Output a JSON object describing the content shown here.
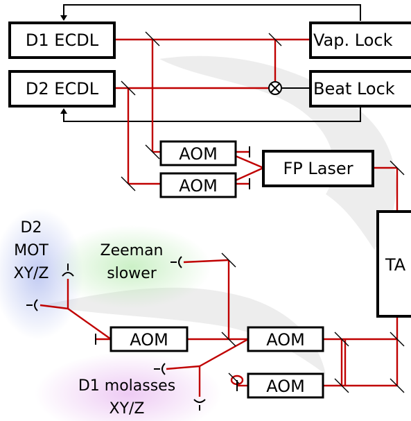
{
  "colors": {
    "beam": "#c00000",
    "box_stroke": "#000000",
    "glow_blue": "#8fa0e8",
    "glow_green": "#a8e6a0",
    "glow_purple": "#e2a8ec"
  },
  "boxes": {
    "d1_ecdl": "D1 ECDL",
    "d2_ecdl": "D2 ECDL",
    "vap_lock": "Vap. Lock",
    "beat_lock": "Beat Lock",
    "aom_upper_1": "AOM",
    "aom_upper_2": "AOM",
    "fp_laser": "FP Laser",
    "ta": "TA",
    "aom_lower_left": "AOM",
    "aom_lower_mid": "AOM",
    "aom_lower_bottom": "AOM"
  },
  "outputs": {
    "d2_mot": [
      "D2",
      "MOT",
      "XY/Z"
    ],
    "zeeman": [
      "Zeeman",
      "slower"
    ],
    "d1_molasses": [
      "D1 molasses",
      "XY/Z"
    ]
  },
  "icons": [
    "mixer-icon",
    "fiber-coupler-icon",
    "beam-dump-icon",
    "mirror-icon"
  ]
}
